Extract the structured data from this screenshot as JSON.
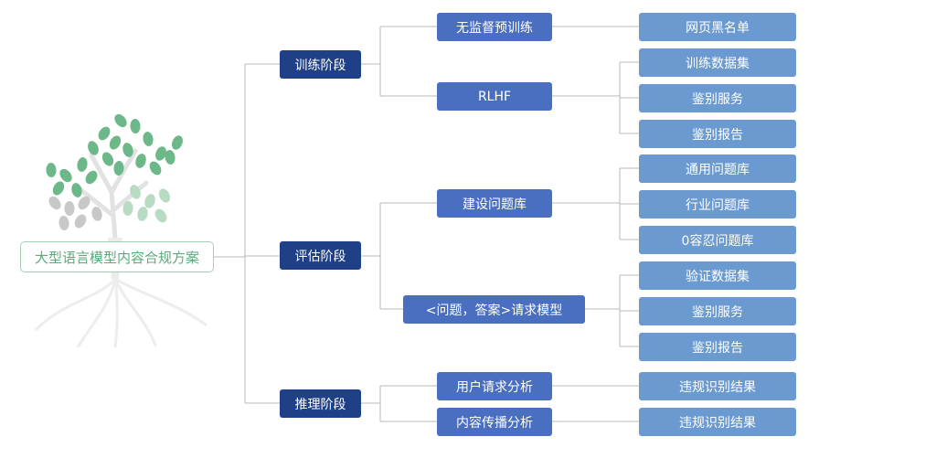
{
  "root": {
    "label": "大型语言模型内容合规方案"
  },
  "stages": [
    {
      "label": "训练阶段",
      "children": [
        {
          "label": "无监督预训练",
          "leaves": [
            "网页黑名单"
          ]
        },
        {
          "label": "RLHF",
          "leaves": [
            "训练数据集",
            "鉴别服务",
            "鉴别报告"
          ]
        }
      ]
    },
    {
      "label": "评估阶段",
      "children": [
        {
          "label": "建设问题库",
          "leaves": [
            "通用问题库",
            "行业问题库",
            "0容忍问题库"
          ]
        },
        {
          "label": "<问题，答案>请求模型",
          "leaves": [
            "验证数据集",
            "鉴别服务",
            "鉴别报告"
          ]
        }
      ]
    },
    {
      "label": "推理阶段",
      "children": [
        {
          "label": "用户请求分析",
          "leaves": [
            "违规识别结果"
          ]
        },
        {
          "label": "内容传播分析",
          "leaves": [
            "违规识别结果"
          ]
        }
      ]
    }
  ],
  "colors": {
    "stage": "#1f3f86",
    "sub": "#4a6fc0",
    "leaf": "#6b9ad0",
    "line": "#b8b8b8",
    "root_text": "#5bab7b",
    "root_border": "#a6cfb6",
    "leaf_green": "#6db888",
    "leaf_grey": "#c8c8c8"
  }
}
